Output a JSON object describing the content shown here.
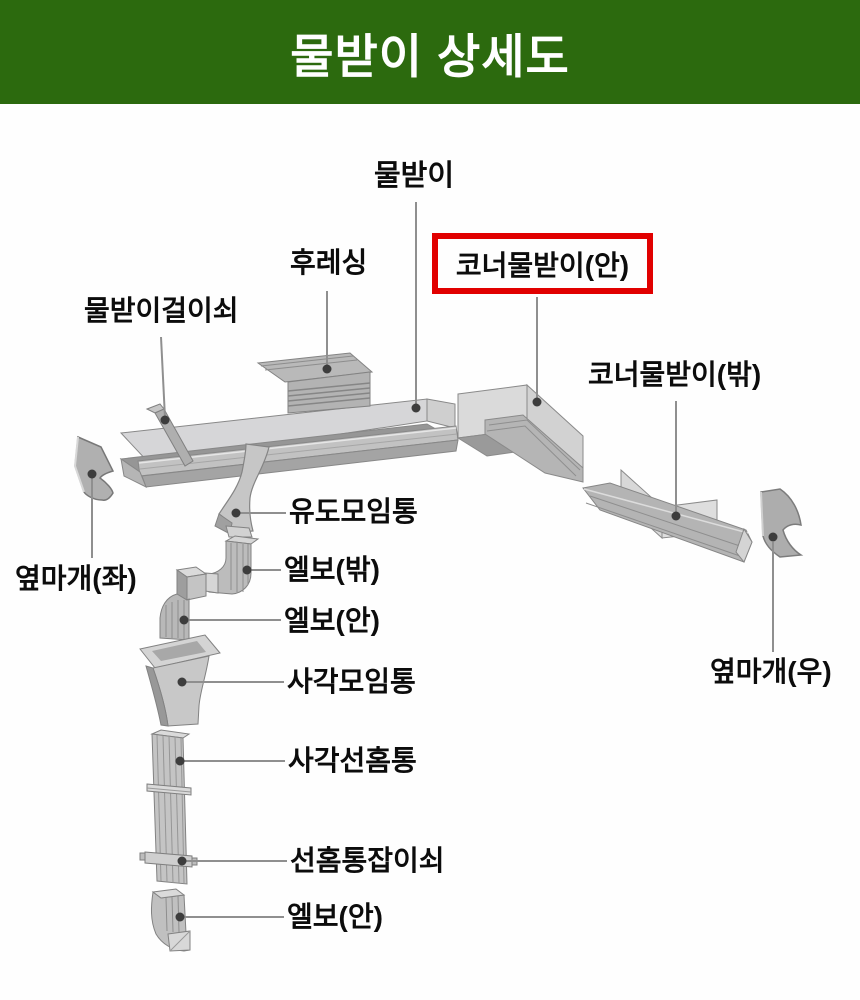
{
  "header": {
    "title": "물받이 상세도",
    "bg_color": "#2c6a0e",
    "text_color": "#ffffff"
  },
  "diagram": {
    "highlight_border_color": "#e10000",
    "leader_line_color": "#8f8f8f",
    "label_text_color": "#0c0c0c",
    "part_fill_light": "#d8d8d8",
    "part_fill_mid": "#bcbcbc",
    "part_fill_dark": "#9a9a9a",
    "labels": {
      "gutter": "물받이",
      "flashing": "후레싱",
      "corner_inner": "코너물받이(안)",
      "hanger": "물받이걸이쇠",
      "corner_outer": "코너물받이(밖)",
      "funnel": "유도모임통",
      "cap_left": "옆마개(좌)",
      "elbow_out": "엘보(밖)",
      "elbow_in": "엘보(안)",
      "hopper": "사각모임통",
      "cap_right": "옆마개(우)",
      "downspout": "사각선홈통",
      "pipe_bracket": "선홈통잡이쇠",
      "elbow_in_bottom": "엘보(안)"
    }
  }
}
